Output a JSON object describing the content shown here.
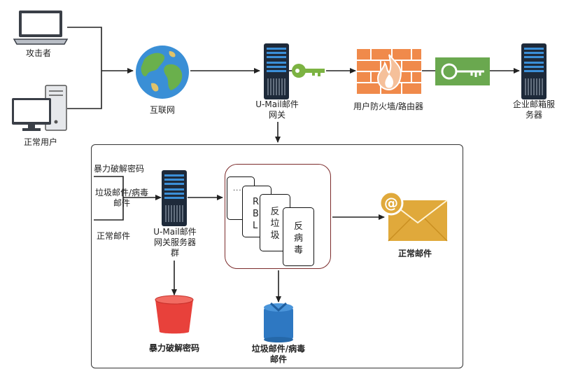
{
  "nodes": {
    "attacker": "攻击者",
    "normal_user": "正常用户",
    "internet": "互联网",
    "umail_gateway": "U-Mail邮件\n网关",
    "firewall_router": "用户防火墙/路由器",
    "enterprise_mail_server": "企业邮箱服\n务器"
  },
  "detail": {
    "input_brute": "暴力破解密码",
    "input_spam_virus": "垃圾邮件/病毒\n邮件",
    "input_normal": "正常邮件",
    "server_group": "U-Mail邮件\n网关服务器\n群",
    "filters": {
      "dots": "......",
      "rbl": "R\nB\nL",
      "antispam": "反\n垃\n圾",
      "antivirus": "反\n病\n毒"
    },
    "out_normal": "正常邮件",
    "out_brute": "暴力破解密码",
    "out_spam_virus": "垃圾邮件/病毒\n邮件"
  },
  "colors": {
    "server_dark": "#1e2a3a",
    "server_blue": "#3b8fd8",
    "firewall_orange": "#f08a4b",
    "key_green": "#6aa84f",
    "bucket_red": "#e8413b",
    "bucket_blue": "#2e78c2",
    "envelope_gold": "#e0a93b"
  }
}
